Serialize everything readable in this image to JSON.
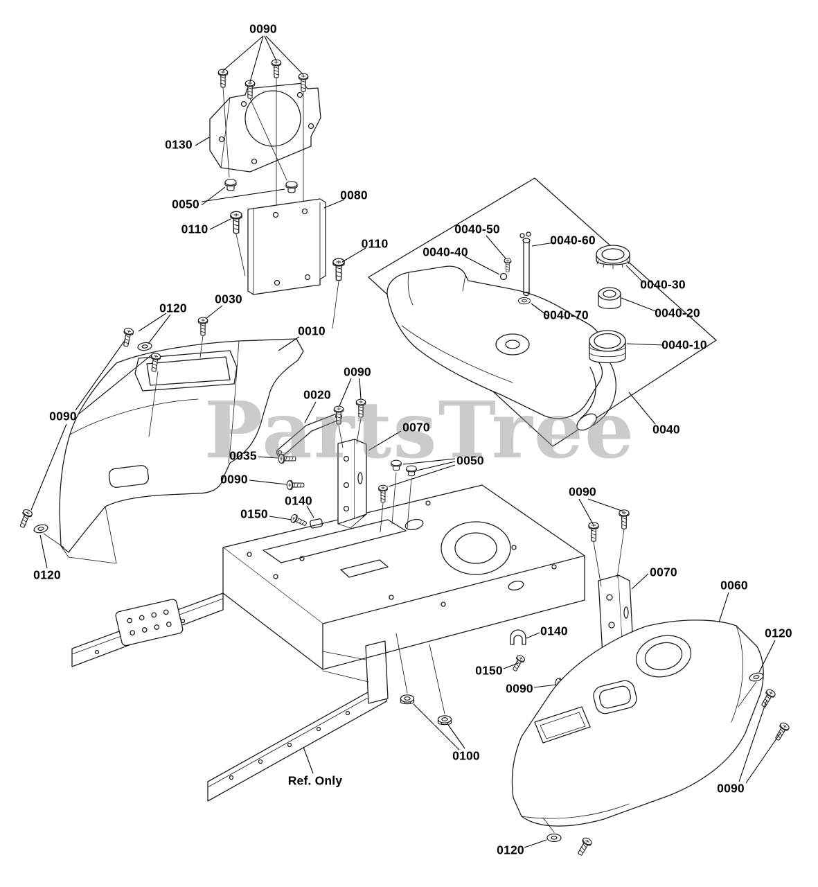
{
  "watermark": "PartsTree",
  "callouts": [
    {
      "text": "0090"
    },
    {
      "text": "0130"
    },
    {
      "text": "0050"
    },
    {
      "text": "0110"
    },
    {
      "text": "0080"
    },
    {
      "text": "0110"
    },
    {
      "text": "0040-50"
    },
    {
      "text": "0040-60"
    },
    {
      "text": "0040-40"
    },
    {
      "text": "0040-30"
    },
    {
      "text": "0040-20"
    },
    {
      "text": "0040-70"
    },
    {
      "text": "0040-10"
    },
    {
      "text": "0040"
    },
    {
      "text": "0120"
    },
    {
      "text": "0030"
    },
    {
      "text": "0010"
    },
    {
      "text": "0090"
    },
    {
      "text": "0020"
    },
    {
      "text": "0090"
    },
    {
      "text": "0070"
    },
    {
      "text": "0035"
    },
    {
      "text": "0050"
    },
    {
      "text": "0090"
    },
    {
      "text": "0140"
    },
    {
      "text": "0150"
    },
    {
      "text": "0090"
    },
    {
      "text": "0120"
    },
    {
      "text": "0070"
    },
    {
      "text": "0060"
    },
    {
      "text": "0140"
    },
    {
      "text": "0120"
    },
    {
      "text": "0150"
    },
    {
      "text": "0090"
    },
    {
      "text": "0100"
    },
    {
      "text": "0090"
    },
    {
      "text": "0120"
    },
    {
      "text": "Ref. Only"
    }
  ]
}
